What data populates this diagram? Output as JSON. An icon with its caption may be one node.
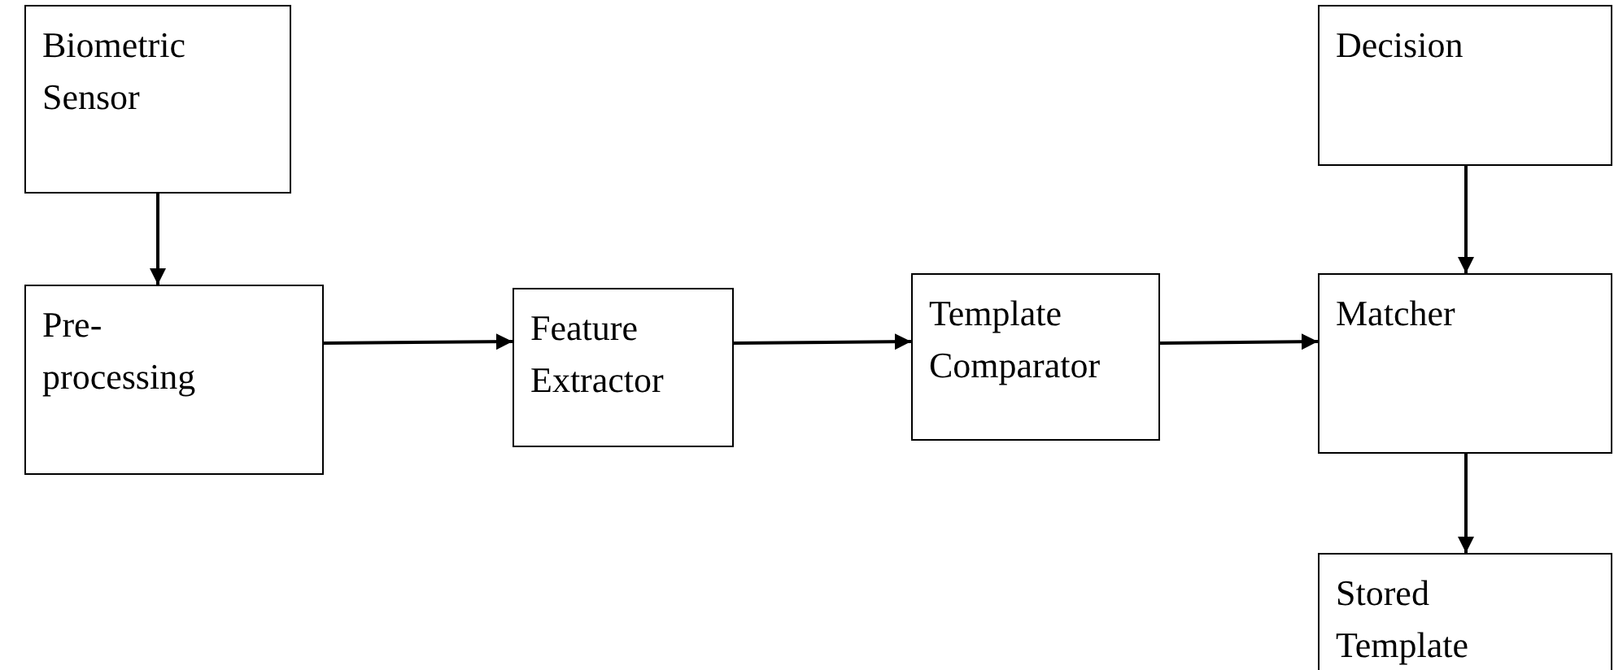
{
  "diagram": {
    "nodes": [
      {
        "text": [
          "Biometric Sensor"
        ]
      },
      {
        "text": [
          "Pre-processing"
        ]
      },
      {
        "text": [
          "Feature Extractor"
        ]
      },
      {
        "text": [
          "Template Comparator"
        ]
      },
      {
        "text": [
          "Decision"
        ]
      },
      {
        "text": [
          "Matcher"
        ]
      },
      {
        "text": [
          "Stored Template"
        ]
      }
    ],
    "edges": [
      {
        "from": 0,
        "to": 1,
        "arrow": "to"
      },
      {
        "from": 1,
        "to": 2,
        "arrow": "to"
      },
      {
        "from": 2,
        "to": 3,
        "arrow": "to"
      },
      {
        "from": 3,
        "to": 5,
        "arrow": "to"
      },
      {
        "from": 4,
        "to": 5,
        "arrow": "to"
      },
      {
        "from": 5,
        "to": 6,
        "arrow": "to"
      }
    ]
  }
}
